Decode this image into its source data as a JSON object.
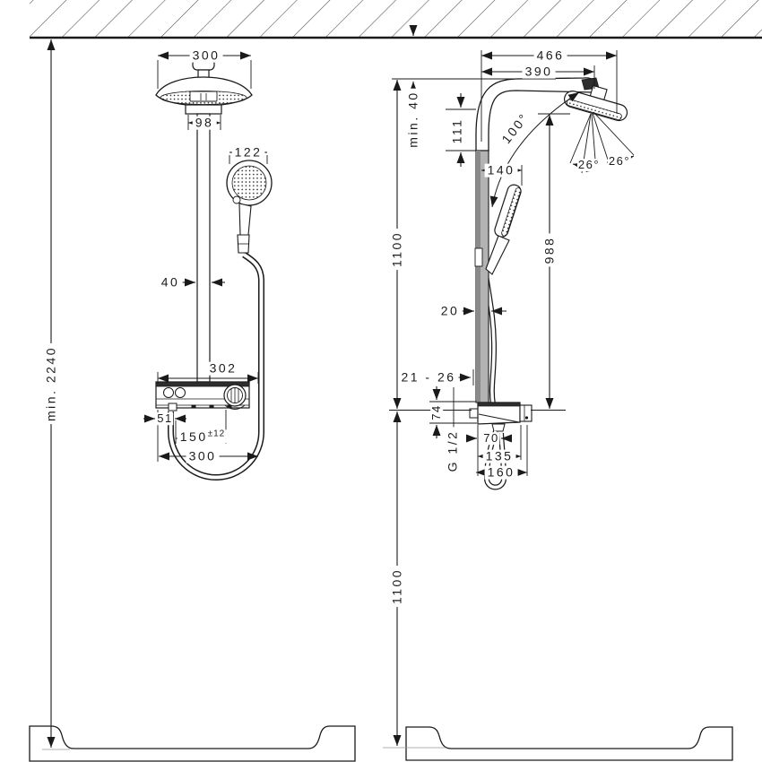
{
  "front_view": {
    "dimensions": {
      "head_width": "300",
      "arm_flange_width": "98",
      "handshower_width": "122",
      "pipe_width": "40",
      "valve_top_width": "302",
      "hose_outlet_offset": "51",
      "supply_spacing": "150",
      "supply_spacing_tolerance": "±12",
      "valve_width": "300",
      "min_installation_height": "min. 2240"
    }
  },
  "side_view": {
    "dimensions": {
      "total_reach": "466",
      "arm_reach": "390",
      "ceiling_clearance": "min. 40",
      "head_offset_height": "111",
      "arm_angle": "100°",
      "handshower_reach": "140",
      "upper_section_height": "1100",
      "head_to_valve_height": "988",
      "pipe_depth": "20",
      "wall_clearance": "21 - 26",
      "valve_body_height": "74",
      "connection_thread": "G 1/2",
      "outlet_depth": "70",
      "valve_depth": "135",
      "valve_total_depth": "160",
      "spray_angle_inner": "26°",
      "spray_angle_outer": "26°",
      "lower_section_height": "1100"
    }
  }
}
